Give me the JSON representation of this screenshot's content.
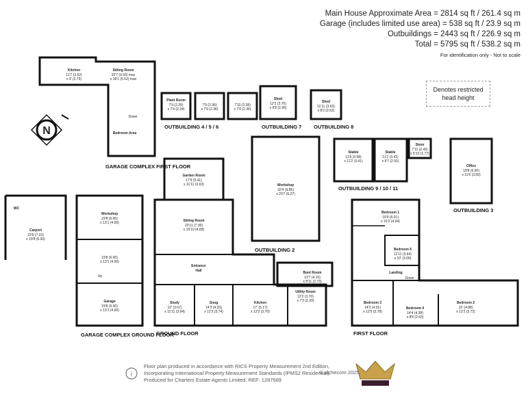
{
  "areas": {
    "main_house": "Main House Approximate Area = 2814 sq ft / 261.4 sq m",
    "garage": "Garage (includes limited use area) = 538 sq ft / 23.9 sq m",
    "outbuildings": "Outbuildings = 2443 sq ft / 226.9 sq m",
    "total": "Total = 5795 sq ft / 538.2 sq m",
    "note": "For identification only - Not to scale"
  },
  "restricted_note": "Denotes restricted head height",
  "floors": {
    "garage_first": "GARAGE COMPLEX FIRST FLOOR",
    "garage_ground": "GARAGE COMPLEX GROUND FLOOR",
    "ground": "GROUND FLOOR",
    "first": "FIRST FLOOR",
    "ob456": "OUTBUILDING 4 / 5 / 6",
    "ob7": "OUTBUILDING 7",
    "ob8": "OUTBUILDING 8",
    "ob2": "OUTBUILDING 2",
    "ob91011": "OUTBUILDING 9 / 10 / 11",
    "ob3": "OUTBUILDING 3"
  },
  "rooms": {
    "gf_kitchen": {
      "name": "Kitchen",
      "dim1": "11'7 (3.52)",
      "dim2": "x 9' (2.75)"
    },
    "gf_sitting": {
      "name": "Sitting Room",
      "dim1": "32'7 (9.93) max",
      "dim2": "x 18'1 (5.52) max"
    },
    "gf_down": "Down",
    "gf_bedroom_area": "Bedroom Area",
    "plant": {
      "name": "Plant Room",
      "dim1": "7'9 (2.35)",
      "dim2": "x 7'4 (2.24)"
    },
    "ob5": {
      "dim1": "7'9 (2.36)",
      "dim2": "x 7'9 (2.36)"
    },
    "ob6": {
      "dim1": "7'10 (2.38)",
      "dim2": "x 7'9 (2.36)"
    },
    "shed7": {
      "name": "Shed",
      "dim1": "12'2 (3.70)",
      "dim2": "x 9'8 (2.95)"
    },
    "shed8": {
      "name": "Shed",
      "dim1": "11'11 (3.63)",
      "dim2": "x 8'3 (2.52)"
    },
    "stable9": {
      "name": "Stable",
      "dim1": "11'9 (3.58)",
      "dim2": "x 11'2 (3.41)"
    },
    "stable10": {
      "name": "Stable",
      "dim1": "11'2 (3.41)",
      "dim2": "x 9'7 (2.91)"
    },
    "store": {
      "name": "Store",
      "dim1": "7'11 (2.42)",
      "dim2": "x 5'10 (1.77)"
    },
    "office": {
      "name": "Office",
      "dim1": "19'8 (6.00)",
      "dim2": "x 11'6 (3.50)"
    },
    "workshop2": {
      "name": "Workshop",
      "dim1": "32'4 (9.85)",
      "dim2": "x 20'7 (6.27)"
    },
    "carport": {
      "name": "Carport",
      "dim1": "23'9 (7.23)",
      "dim2": "x 19'8 (6.00)"
    },
    "wc": "WC",
    "gg_workshop": {
      "name": "Workshop",
      "dim1": "19'8 (6.00)",
      "dim2": "x 13'1 (4.00)"
    },
    "gg_mid": {
      "dim1": "19'8 (6.00)",
      "dim2": "x 13'1 (4.00)"
    },
    "gg_up": "Up",
    "gg_garage": {
      "name": "Garage",
      "dim1": "19'8 (6.00)",
      "dim2": "x 13'1 (4.00)"
    },
    "garden": {
      "name": "Garden Room",
      "dim1": "17'9 (5.41)",
      "dim2": "x 11'11 (3.63)"
    },
    "sitting": {
      "name": "Sitting Room",
      "dim1": "23'11 (7.30)",
      "dim2": "x 15'10 (4.83)"
    },
    "entrance": {
      "name": "Entrance",
      "dim1": "Hall"
    },
    "study": {
      "name": "Study",
      "dim1": "12' (3.67)",
      "dim2": "x 11'11 (3.64)"
    },
    "snug": {
      "name": "Snug",
      "dim1": "14'2 (4.33)",
      "dim2": "x 12'3 (3.74)"
    },
    "kitchen": {
      "name": "Kitchen",
      "dim1": "17' (5.17)",
      "dim2": "x 12'2 (3.70)"
    },
    "boot": {
      "name": "Boot Room",
      "dim1": "13'7 (4.15)",
      "dim2": "x 8'11 (2.73)"
    },
    "utility": {
      "name": "Utility Room",
      "dim1": "12'2 (3.70)",
      "dim2": "x 7'3 (2.20)"
    },
    "ff_bed1": {
      "name": "Bedroom 1",
      "dim1": "19'9 (6.01)",
      "dim2": "x 16'2 (4.94)"
    },
    "ff_bed5": {
      "name": "Bedroom 5",
      "dim1": "11'11 (3.64)",
      "dim2": "x 10' (3.06)"
    },
    "ff_landing": "Landing",
    "ff_down": "Down",
    "ff_bed3": {
      "name": "Bedroom 3",
      "dim1": "14'2 (4.31)",
      "dim2": "x 12'5 (3.78)"
    },
    "ff_bed4": {
      "name": "Bedroom 4",
      "dim1": "14'4 (4.38)",
      "dim2": "x 8'8 (2.63)"
    },
    "ff_bed2": {
      "name": "Bedroom 2",
      "dim1": "16' (4.88)",
      "dim2": "x 12'2 (3.72)"
    }
  },
  "compass": "N",
  "footer": {
    "line1": "Floor plan produced in accordance with RICS Property Measurement 2nd Edition,",
    "line2": "Incorporating International Property Measurement Standards (IPMS2 Residential).",
    "line3": "Produced for Charters Estate Agents Limited.   REF: 1287569",
    "copyright": "© nichecom 2025."
  }
}
